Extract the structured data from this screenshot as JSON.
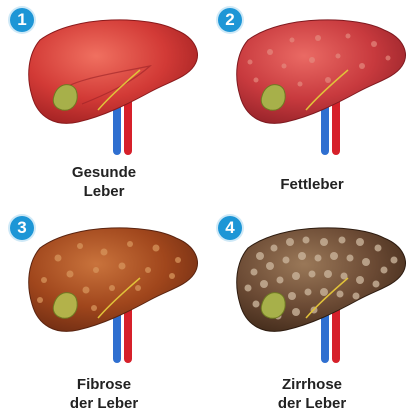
{
  "colors": {
    "badge": "#1d96d6",
    "healthy": "#d23a36",
    "fatty": "#c83a3e",
    "fibrosis": "#a0461c",
    "cirrhosis": "#6b4a34",
    "vein": "#2f6fd0",
    "artery": "#d6202a",
    "gallbladder": "#a7b04a"
  },
  "panels": [
    {
      "badge": "1",
      "caption_lines": [
        "Gesunde",
        "Leber"
      ],
      "icon": "healthy-liver-icon"
    },
    {
      "badge": "2",
      "caption_lines": [
        "Fettleber"
      ],
      "icon": "fatty-liver-icon"
    },
    {
      "badge": "3",
      "caption_lines": [
        "Fibrose",
        "der Leber"
      ],
      "icon": "fibrotic-liver-icon"
    },
    {
      "badge": "4",
      "caption_lines": [
        "Zirrhose",
        "der Leber"
      ],
      "icon": "cirrhotic-liver-icon"
    }
  ]
}
